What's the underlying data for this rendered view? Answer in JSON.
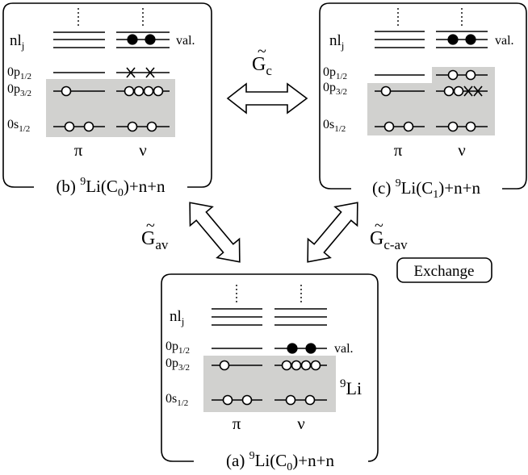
{
  "panel_b": {
    "caption_pre": "(b) ",
    "caption_sup": "9",
    "caption_mid": "Li(C",
    "caption_sub": "0",
    "caption_post": ")+n+n",
    "row_nlj": "nl",
    "row_nlj_sub": "j",
    "row_p12": "0p",
    "row_p12_sub": "1/2",
    "row_p32": "0p",
    "row_p32_sub": "3/2",
    "row_s12": "0s",
    "row_s12_sub": "1/2",
    "val_label": "val.",
    "pi_label": "π",
    "nu_label": "ν"
  },
  "panel_c": {
    "caption_pre": "(c) ",
    "caption_sup": "9",
    "caption_mid": "Li(C",
    "caption_sub": "1",
    "caption_post": ")+n+n",
    "row_nlj": "nl",
    "row_nlj_sub": "j",
    "row_p12": "0p",
    "row_p12_sub": "1/2",
    "row_p32": "0p",
    "row_p32_sub": "3/2",
    "row_s12": "0s",
    "row_s12_sub": "1/2",
    "val_label": "val.",
    "pi_label": "π",
    "nu_label": "ν"
  },
  "panel_a": {
    "caption_pre": "(a) ",
    "caption_sup": "9",
    "caption_mid": "Li(C",
    "caption_sub": "0",
    "caption_post": ")+n+n",
    "row_nlj": "nl",
    "row_nlj_sub": "j",
    "row_p12": "0p",
    "row_p12_sub": "1/2",
    "row_p32": "0p",
    "row_p32_sub": "3/2",
    "row_s12": "0s",
    "row_s12_sub": "1/2",
    "val_label": "val.",
    "core_sup": "9",
    "core_label": "Li",
    "pi_label": "π",
    "nu_label": "ν"
  },
  "arrows": {
    "gc_label": "G",
    "gc_sub": "c",
    "gav_label": "G",
    "gav_sub": "av",
    "gcav_label": "G",
    "gcav_sub": "c-av",
    "tilde": "~",
    "exchange_label": "Exchange"
  }
}
